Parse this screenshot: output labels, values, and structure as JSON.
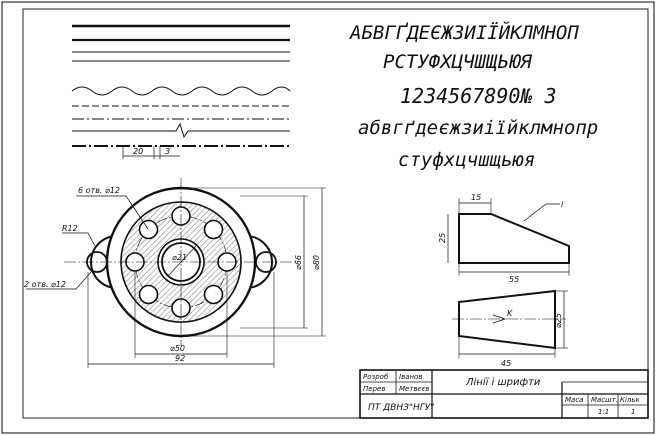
{
  "lettering": {
    "row1": "АБВГҐДЕЄЖЗИІЇЙКЛМНОП",
    "row2": "РСТУФХЦЧШЩЬЮЯ",
    "row3": "1234567890№ 3",
    "row4": "абвгґдеєжзиіїйклмнопр",
    "row5": "стуфхцчшщьюя"
  },
  "line_samples": {
    "dim_a": "20",
    "dim_b": "3"
  },
  "flange": {
    "holes_note": "6 отв. ⌀12",
    "side_hole_note": "2 отв. ⌀12",
    "radius": "R12",
    "center_dia": "⌀21",
    "dia_50": "⌀50",
    "dim_92": "92",
    "dia_66": "⌀66",
    "dia_80": "⌀80"
  },
  "wedge": {
    "dim_15": "15",
    "dim_25": "25",
    "dim_55": "55",
    "slope": "i"
  },
  "cone": {
    "dim_45": "45",
    "dia_25": "⌀25",
    "taper": "K"
  },
  "title_block": {
    "row_drawn": "Розроб",
    "name_drawn": "Іванов",
    "row_checked": "Перев",
    "name_checked": "Метвєєв",
    "title": "Лінії і шрифти",
    "org": "ПТ ДВНЗ\"НГУ\"",
    "col_mass": "Маса",
    "col_scale": "Масшт.",
    "col_qty": "Кільк",
    "scale_value": "1:1",
    "qty_value": "1"
  },
  "colors": {
    "ink": "#111111",
    "frame": "#333333",
    "hatch": "#8a8a8a",
    "background": "#ffffff"
  }
}
